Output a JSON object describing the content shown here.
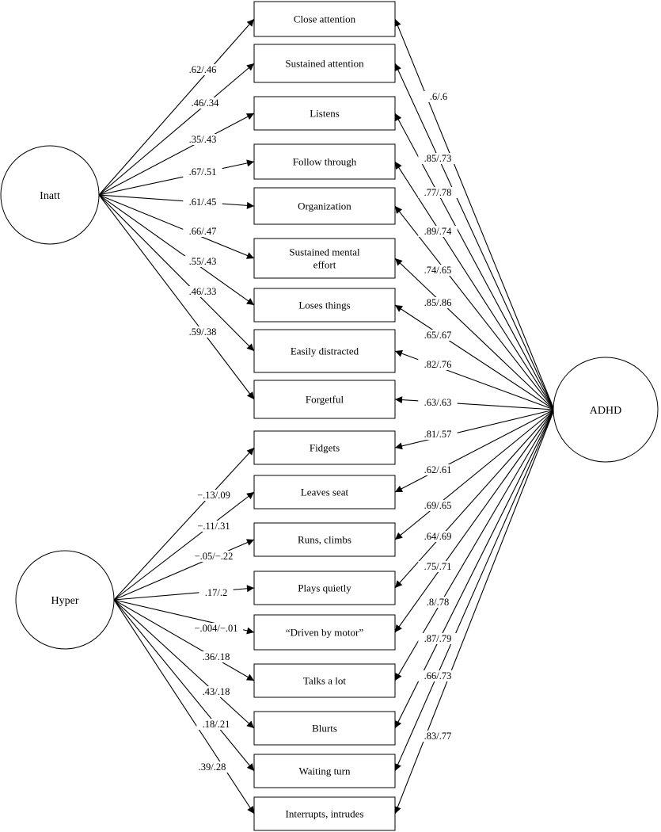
{
  "factors": {
    "inatt": "Inatt",
    "hyper": "Hyper",
    "adhd": "ADHD"
  },
  "items": [
    {
      "label": [
        "Close attention"
      ],
      "specific": ".62/.46",
      "general": ".6/.6"
    },
    {
      "label": [
        "Sustained attention"
      ],
      "specific": ".46/.34",
      "general": ".85/.73"
    },
    {
      "label": [
        "Listens"
      ],
      "specific": ".35/.43",
      "general": ".77/.78"
    },
    {
      "label": [
        "Follow through"
      ],
      "specific": ".67/.51",
      "general": ".89/.74"
    },
    {
      "label": [
        "Organization"
      ],
      "specific": ".61/.45",
      "general": ".74/.65"
    },
    {
      "label": [
        "Sustained mental",
        "effort"
      ],
      "specific": ".66/.47",
      "general": ".85/.86"
    },
    {
      "label": [
        "Loses things"
      ],
      "specific": ".55/.43",
      "general": ".65/.67"
    },
    {
      "label": [
        "Easily distracted"
      ],
      "specific": ".46/.33",
      "general": ".82/.76"
    },
    {
      "label": [
        "Forgetful"
      ],
      "specific": ".59/.38",
      "general": ".63/.63"
    },
    {
      "label": [
        "Fidgets"
      ],
      "specific": "",
      "general": ".81/.57"
    },
    {
      "label": [
        "Leaves seat"
      ],
      "specific": "−.13/.09",
      "general": ".62/.61"
    },
    {
      "label": [
        "Runs, climbs"
      ],
      "specific": "−.11/.31",
      "general": ".69/.65"
    },
    {
      "label": [
        "Plays quietly"
      ],
      "specific": "−.05/−.22",
      "general": ".64/.69"
    },
    {
      "label": [
        "“Driven by motor”"
      ],
      "specific": ".17/.2",
      "general": ".75/.71"
    },
    {
      "label": [
        "Talks a lot"
      ],
      "specific": "−.004/−.01",
      "general": ".8/.78"
    },
    {
      "label": [
        "Blurts"
      ],
      "specific": ".36/.18",
      "general": ".87/.79"
    },
    {
      "label": [
        "Waiting turn"
      ],
      "specific": ".43/.18",
      "general": ".66/.73"
    },
    {
      "label": [
        "Interrupts, intrudes"
      ],
      "specific": ".18/.21",
      "general": ".83/.77"
    },
    {
      "label": [
        ""
      ],
      "specific": ".39/.28",
      "general": ""
    }
  ]
}
